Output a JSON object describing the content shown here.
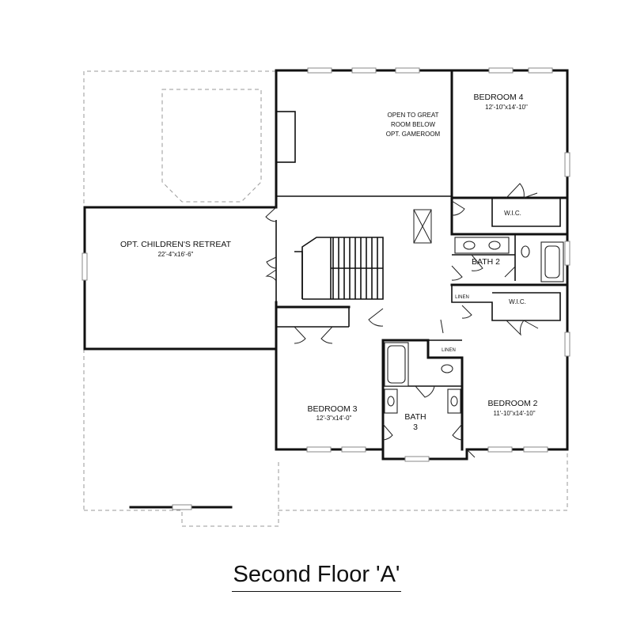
{
  "title": "Second Floor 'A'",
  "rooms": {
    "bedroom4": {
      "name": "BEDROOM 4",
      "size": "12'-10\"x14'-10\""
    },
    "open_great_room": {
      "line1": "OPEN TO GREAT",
      "line2": "ROOM BELOW",
      "line3": "OPT. GAMEROOM"
    },
    "childrens_retreat": {
      "name": "OPT. CHILDREN'S RETREAT",
      "size": "22'-4\"x16'-6\""
    },
    "wic_upper": {
      "name": "W.I.C."
    },
    "bath2": {
      "name": "BATH 2"
    },
    "linen_left": {
      "name": "LINEN"
    },
    "wic_lower": {
      "name": "W.I.C."
    },
    "linen_bath3": {
      "name": "LINEN"
    },
    "bedroom3": {
      "name": "BEDROOM 3",
      "size": "12'-3\"x14'-0\""
    },
    "bath3": {
      "line1": "BATH",
      "line2": "3"
    },
    "bedroom2": {
      "name": "BEDROOM 2",
      "size": "11'-10\"x14'-10\""
    }
  }
}
